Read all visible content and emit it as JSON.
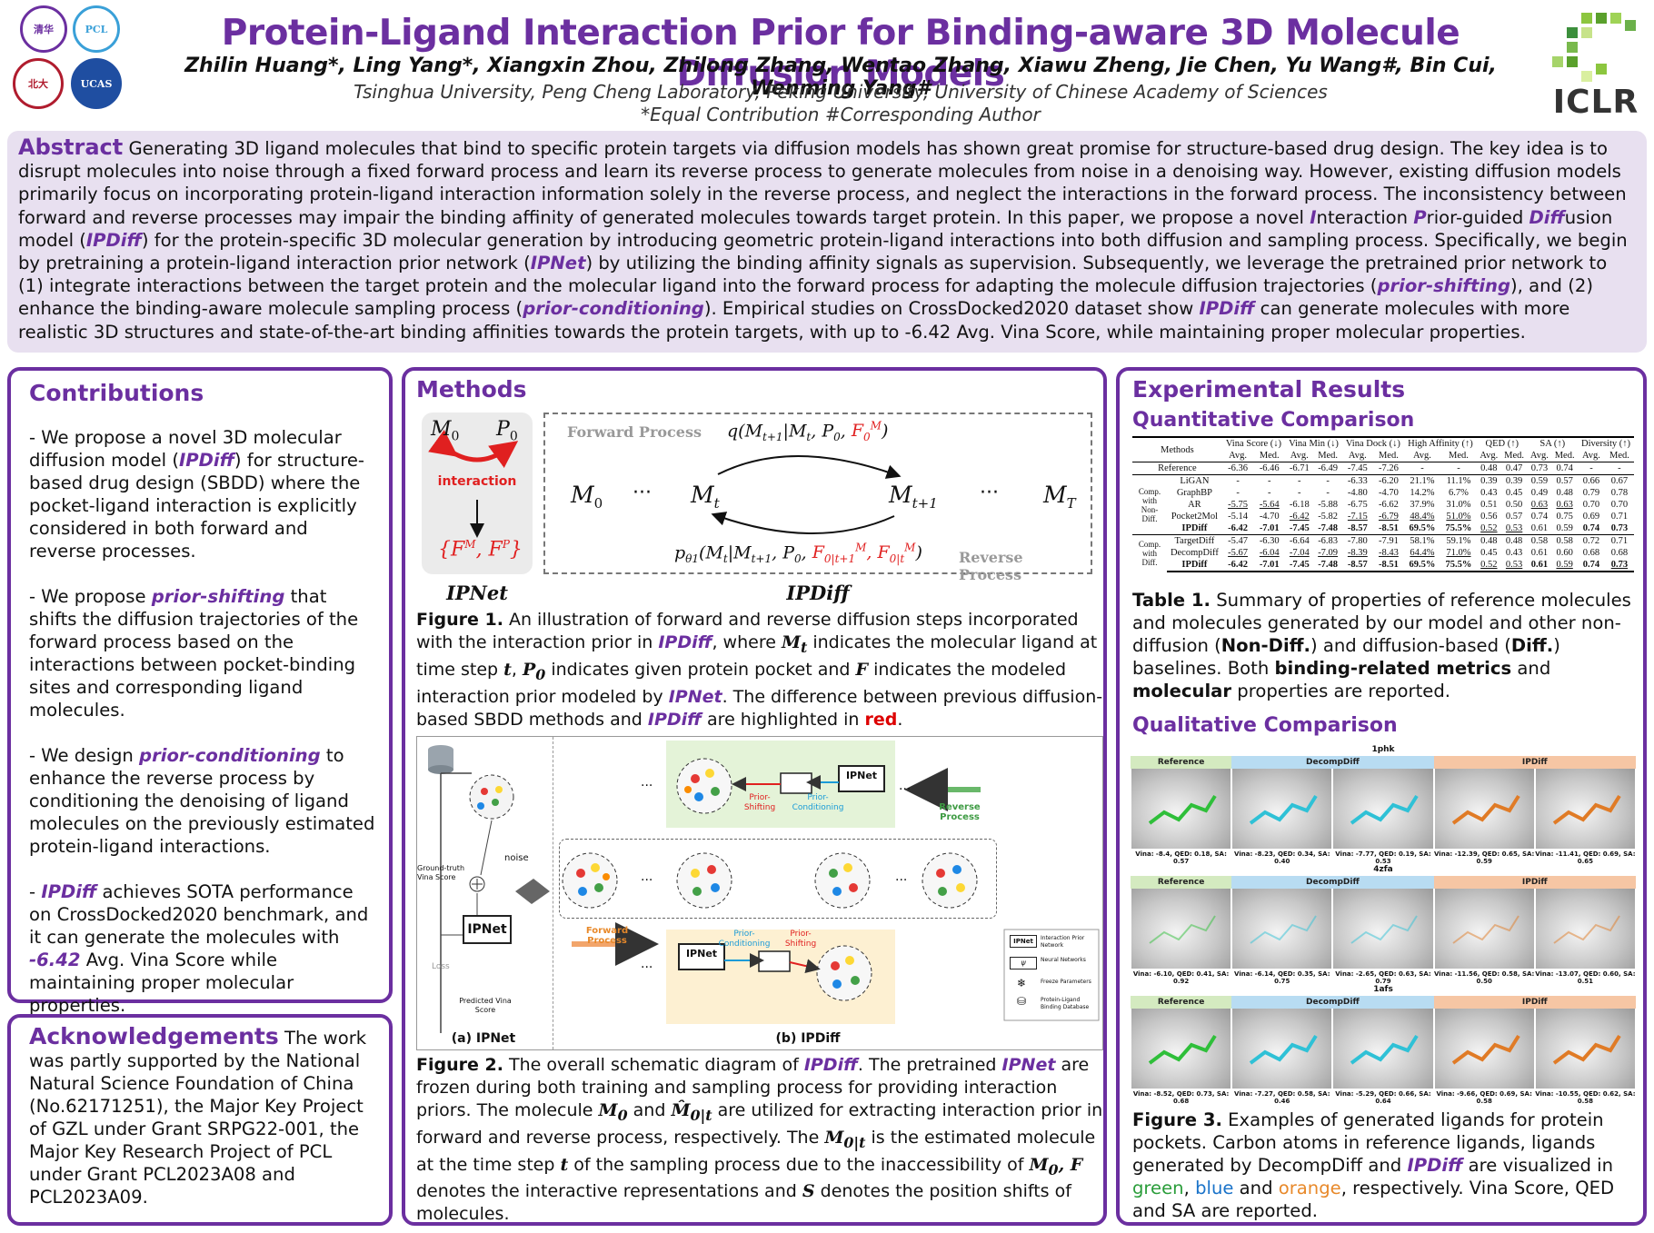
{
  "header": {
    "title": "Protein-Ligand Interaction Prior for Binding-aware 3D Molecule Diffusion Models",
    "authors": "Zhilin Huang*, Ling Yang*, Xiangxin Zhou, Zhilong Zhang, Wentao Zhang, Xiawu Zheng, Jie Chen, Yu Wang#, Bin Cui, Wenming Yang#",
    "affiliations": "Tsinghua University, Peng Cheng Laboratory, Peking University, University of Chinese Academy of Sciences",
    "note": "*Equal Contribution  #Corresponding Author",
    "iclr_logo_text": "ICLR"
  },
  "abstract": {
    "heading": "Abstract",
    "p1": " Generating 3D ligand molecules that bind to specific protein targets via diffusion models has shown great promise for structure-based drug design. The key idea is to disrupt molecules into noise through a fixed forward process and learn its reverse process to generate molecules from noise in a denoising way. However, existing diffusion models primarily focus on incorporating protein-ligand interaction information solely in the reverse process, and neglect the interactions in the forward process. The inconsistency between forward and reverse processes may impair the binding affinity of generated molecules towards target protein. In this paper, we propose a novel ",
    "i_I": "I",
    "t_nteraction": "nteraction ",
    "i_P": "P",
    "t_rior": "rior-guided ",
    "i_Diff": "Diff",
    "t_usion": "usion model (",
    "ipdiff": "IPDiff",
    "p2": ") for the protein-specific 3D molecular generation by introducing geometric protein-ligand interactions into both diffusion and sampling process. Specifically, we begin by pretraining a protein-ligand interaction prior network (",
    "ipnet": "IPNet",
    "p3": ") by utilizing the binding affinity signals as supervision. Subsequently, we leverage the pretrained prior network to (1) integrate interactions between the target protein and the molecular ligand into the forward process for adapting the molecule diffusion trajectories (",
    "prior_shifting": "prior-shifting",
    "p4": "), and (2) enhance the binding-aware molecule sampling process (",
    "prior_conditioning": "prior-conditioning",
    "p5": "). Empirical studies on CrossDocked2020 dataset show ",
    "p6": " can generate molecules with more realistic 3D structures and state-of-the-art binding affinities towards the protein targets, with up to -6.42 Avg. Vina Score, while maintaining proper molecular properties."
  },
  "contributions": {
    "title": "Contributions",
    "c1a": "-  We propose a novel 3D molecular diffusion model (",
    "c1b": "IPDiff",
    "c1c": ") for structure-based drug design (SBDD) where the pocket-ligand interaction is explicitly considered in both forward and reverse processes.",
    "c2a": "-  We propose ",
    "c2b": "prior-shifting",
    "c2c": " that shifts the diffusion trajectories of the forward process based on the interactions between pocket-binding sites and corresponding ligand molecules.",
    "c3a": "-  We design ",
    "c3b": "prior-conditioning",
    "c3c": " to enhance the reverse process by conditioning the denoising of ligand molecules on the previously estimated protein-ligand interactions.",
    "c4a": "-  ",
    "c4b": "IPDiff",
    "c4c": " achieves SOTA performance on CrossDocked2020 benchmark, and it can generate the molecules with ",
    "c4d": "-6.42",
    "c4e": " Avg. Vina Score while maintaining proper molecular properties."
  },
  "acknowledgements": {
    "title": "Acknowledgements",
    "text": " The work was partly supported by the National Natural Science Foundation of China (No.62171251), the Major Key Project of GZL under Grant SRPG22-001, the Major Key Research Project of PCL under Grant PCL2023A08 and PCL2023A09."
  },
  "methods": {
    "title": "Methods",
    "fig1": {
      "m0": "M",
      "p0": "P",
      "interaction": "interaction",
      "fset": "{F",
      "ipnet_label": "IPNet",
      "ipdiff_label": "IPDiff",
      "forward": "Forward Process",
      "reverse": "Reverse Process",
      "dots": "···",
      "q_expr": "q(M",
      "p_expr": "p"
    },
    "fig1_caption": {
      "lab": "Figure 1.",
      "a": " An illustration of forward and reverse diffusion steps incorporated with the interaction prior in ",
      "b": "IPDiff",
      "c": ", where ",
      "d": " indicates the molecular ligand at time step ",
      "e": ", ",
      "f": " indicates given protein pocket and ",
      "g": " indicates the modeled interaction prior modeled by ",
      "h": "IPNet",
      "i": ". The difference between previous diffusion-based SBDD methods and ",
      "j": "IPDiff",
      "k": " are highlighted in ",
      "l": "red",
      "m": "."
    },
    "fig2": {
      "ground_truth": "Ground-truth Vina Score",
      "loss": "Loss",
      "predicted": "Predicted Vina Score",
      "noise": "noise",
      "ipnet": "IPNet",
      "a_label": "(a) IPNet",
      "b_label": "(b) IPDiff",
      "prior_shifting": "Prior-Shifting",
      "prior_conditioning": "Prior-Conditioning",
      "reverse_process": "Reverse Process",
      "forward_process": "Forward Process",
      "legend1": "Interaction Prior Network",
      "legend2": "Neural Networks",
      "legend3": "Freeze Parameters",
      "legend4": "Protein-Ligand Binding Database",
      "ellipsis": "···"
    },
    "fig2_caption": {
      "lab": "Figure 2.",
      "a": " The overall schematic diagram of ",
      "b": "IPDiff",
      "c": ". The pretrained ",
      "d": "IPNet",
      "e": " are frozen during both training and sampling process for providing interaction priors. The molecule ",
      "f": " and ",
      "g": " are utilized for extracting interaction prior in forward and reverse process, respectively. The ",
      "h": " is the estimated molecule at the time step ",
      "i": " of the sampling process due to the inaccessibility of ",
      "j": " denotes the interactive representations and ",
      "k": " denotes the position shifts of molecules."
    }
  },
  "results": {
    "title": "Experimental Results",
    "quant_title": "Quantitative Comparison",
    "qual_title": "Qualitative Comparison",
    "table": {
      "headers": [
        "Methods",
        "Vina Score (↓)",
        "Vina Min (↓)",
        "Vina Dock (↓)",
        "High Affinity (↑)",
        "QED (↑)",
        "SA (↑)",
        "Diversity (↑)"
      ],
      "sub": [
        "Avg.",
        "Med."
      ],
      "reference": [
        "Reference",
        "-6.36",
        "-6.46",
        "-6.71",
        "-6.49",
        "-7.45",
        "-7.26",
        "-",
        "-",
        "0.48",
        "0.47",
        "0.73",
        "0.74",
        "-",
        "-"
      ],
      "group1_label": "Comp. with Non-Diff.",
      "group1": [
        [
          "LiGAN",
          "-",
          "-",
          "-",
          "-",
          "-6.33",
          "-6.20",
          "21.1%",
          "11.1%",
          "0.39",
          "0.39",
          "0.59",
          "0.57",
          "0.66",
          "0.67"
        ],
        [
          "GraphBP",
          "-",
          "-",
          "-",
          "-",
          "-4.80",
          "-4.70",
          "14.2%",
          "6.7%",
          "0.43",
          "0.45",
          "0.49",
          "0.48",
          "0.79",
          "0.78"
        ],
        [
          "AR",
          "-5.75",
          "-5.64",
          "-6.18",
          "-5.88",
          "-6.75",
          "-6.62",
          "37.9%",
          "31.0%",
          "0.51",
          "0.50",
          "0.63",
          "0.63",
          "0.70",
          "0.70"
        ],
        [
          "Pocket2Mol",
          "-5.14",
          "-4.70",
          "-6.42",
          "-5.82",
          "-7.15",
          "-6.79",
          "48.4%",
          "51.0%",
          "0.56",
          "0.57",
          "0.74",
          "0.75",
          "0.69",
          "0.71"
        ],
        [
          "IPDiff",
          "-6.42",
          "-7.01",
          "-7.45",
          "-7.48",
          "-8.57",
          "-8.51",
          "69.5%",
          "75.5%",
          "0.52",
          "0.53",
          "0.61",
          "0.59",
          "0.74",
          "0.73"
        ]
      ],
      "group2_label": "Comp. with Diff.",
      "group2": [
        [
          "TargetDiff",
          "-5.47",
          "-6.30",
          "-6.64",
          "-6.83",
          "-7.80",
          "-7.91",
          "58.1%",
          "59.1%",
          "0.48",
          "0.48",
          "0.58",
          "0.58",
          "0.72",
          "0.71"
        ],
        [
          "DecompDiff",
          "-5.67",
          "-6.04",
          "-7.04",
          "-7.09",
          "-8.39",
          "-8.43",
          "64.4%",
          "71.0%",
          "0.45",
          "0.43",
          "0.61",
          "0.60",
          "0.68",
          "0.68"
        ],
        [
          "IPDiff",
          "-6.42",
          "-7.01",
          "-7.45",
          "-7.48",
          "-8.57",
          "-8.51",
          "69.5%",
          "75.5%",
          "0.52",
          "0.53",
          "0.61",
          "0.59",
          "0.74",
          "0.73"
        ]
      ]
    },
    "table_caption": {
      "lab": "Table 1.",
      "a": " Summary of properties of reference molecules and molecules generated by our model and other non-diffusion (",
      "b": "Non-Diff.",
      "c": ") and diffusion-based (",
      "d": "Diff.",
      "e": ") baselines. Both ",
      "f": "binding-related metrics",
      "g": " and ",
      "h": "molecular",
      "i": " properties are reported."
    },
    "qual": {
      "rows": [
        {
          "pdb": "1phk",
          "caps": [
            "Vina: -8.4, QED: 0.18, SA: 0.57",
            "Vina: -8.23, QED: 0.34, SA: 0.40",
            "Vina: -7.77, QED: 0.19, SA: 0.53",
            "Vina: -12.39, QED: 0.65, SA: 0.59",
            "Vina: -11.41, QED: 0.69, SA: 0.65"
          ]
        },
        {
          "pdb": "4zfa",
          "caps": [
            "Vina: -6.10, QED: 0.41, SA: 0.92",
            "Vina: -6.14, QED: 0.35, SA: 0.75",
            "Vina: -2.65, QED: 0.63, SA: 0.79",
            "Vina: -11.56, QED: 0.58, SA: 0.50",
            "Vina: -13.07, QED: 0.60, SA: 0.51"
          ]
        },
        {
          "pdb": "1afs",
          "caps": [
            "Vina: -8.52, QED: 0.73, SA: 0.68",
            "Vina: -7.27, QED: 0.58, SA: 0.46",
            "Vina: -5.29, QED: 0.66, SA: 0.64",
            "Vina: -9.66, QED: 0.69, SA: 0.58",
            "Vina: -10.55, QED: 0.62, SA: 0.58"
          ]
        }
      ],
      "col_ref": "Reference",
      "col_decomp": "DecompDiff",
      "col_ipdiff": "IPDiff"
    },
    "fig3_caption": {
      "lab": "Figure 3.",
      "a": " Examples of generated ligands for protein pockets. Carbon atoms in reference ligands, ligands generated by DecompDiff and ",
      "b": "IPDiff",
      "c": " are visualized in ",
      "d": "green",
      "e": ", ",
      "f": "blue",
      "g": " and ",
      "h": "orange",
      "i": ", respectively. Vina Score, QED and SA are reported."
    }
  }
}
